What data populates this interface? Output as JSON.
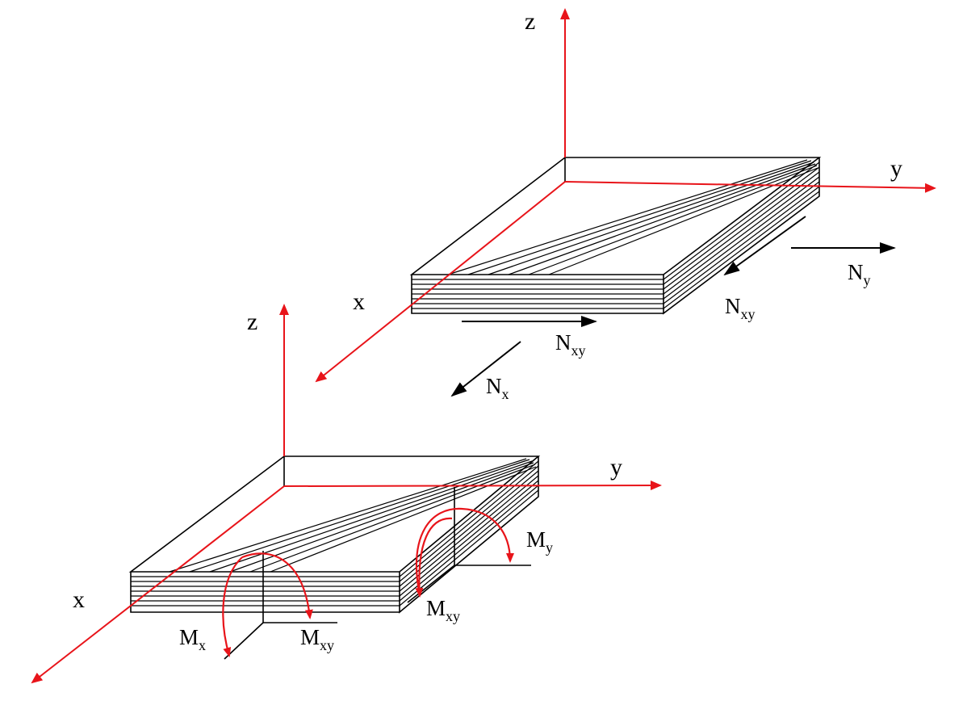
{
  "colors": {
    "axis": "#e8141a",
    "lines": "#000000",
    "background": "#ffffff"
  },
  "top_panel": {
    "axes": {
      "z": "z",
      "y": "y",
      "x": "x"
    },
    "forces": {
      "ny": {
        "main": "N",
        "sub": "y"
      },
      "nxy_side": {
        "main": "N",
        "sub": "xy"
      },
      "nxy_front": {
        "main": "N",
        "sub": "xy"
      },
      "nx": {
        "main": "N",
        "sub": "x"
      }
    }
  },
  "bottom_panel": {
    "axes": {
      "z": "z",
      "y": "y",
      "x": "x"
    },
    "moments": {
      "my": {
        "main": "M",
        "sub": "y"
      },
      "mxy_side": {
        "main": "M",
        "sub": "xy"
      },
      "mx": {
        "main": "M",
        "sub": "x"
      },
      "mxy_front": {
        "main": "M",
        "sub": "xy"
      }
    }
  }
}
